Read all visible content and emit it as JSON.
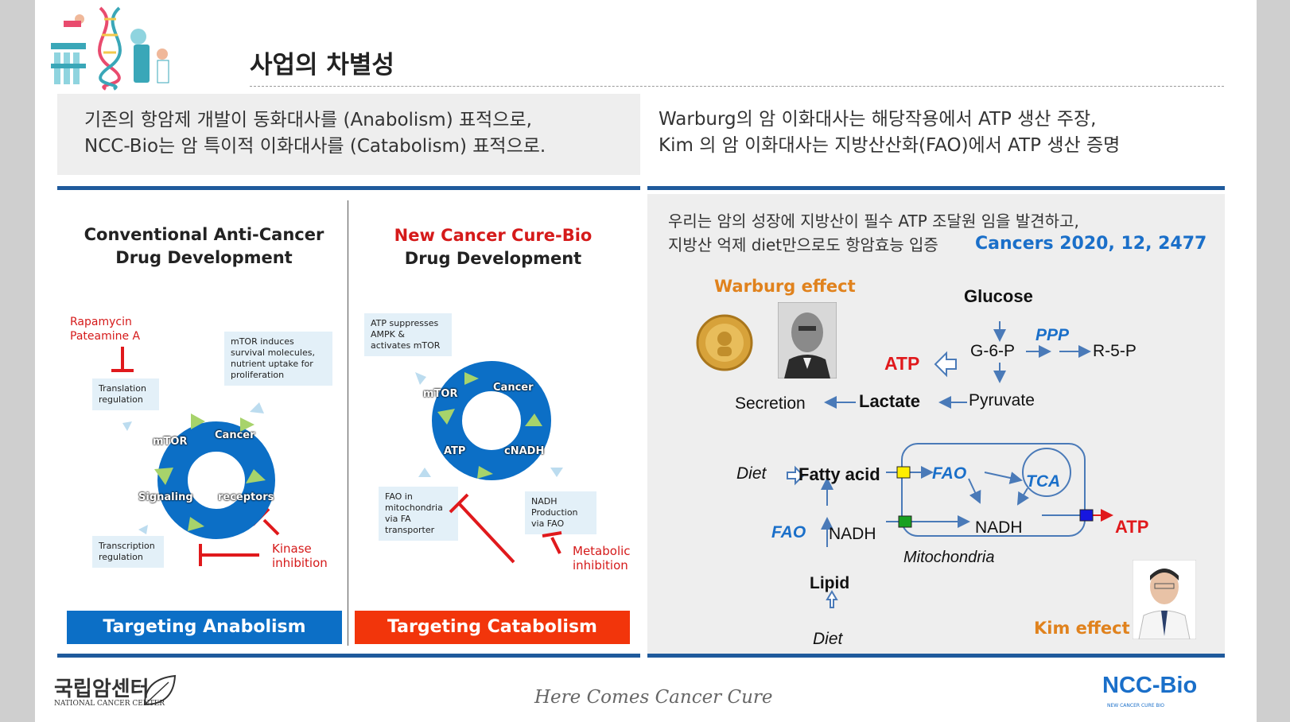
{
  "header": {
    "title": "사업의 차별성"
  },
  "intro_left": {
    "line1": "기존의 항암제 개발이 동화대사를 (Anabolism) 표적으로,",
    "line2": "NCC-Bio는 암 특이적 이화대사를 (Catabolism) 표적으로."
  },
  "intro_right": {
    "line1": "Warburg의 암 이화대사는 해당작용에서 ATP 생산 주장,",
    "line2": "Kim 의 암 이화대사는 지방산산화(FAO)에서 ATP 생산 증명"
  },
  "conventional": {
    "title1": "Conventional Anti-Cancer",
    "title2": "Drug Development",
    "drug1": "Rapamycin",
    "drug2": "Pateamine A",
    "note_translation": "Translation regulation",
    "note_mtor": "mTOR induces survival molecules, nutrient uptake for proliferation",
    "note_transcription": "Transcription regulation",
    "ring": [
      "mTOR",
      "Cancer",
      "Signaling",
      "receptors"
    ],
    "kinase1": "Kinase",
    "kinase2": "inhibition",
    "bar": "Targeting Anabolism"
  },
  "new_dev": {
    "title1": "New Cancer Cure-Bio",
    "title2": "Drug Development",
    "note_atp": "ATP suppresses AMPK & activates mTOR",
    "note_fao": "FAO in mitochondria via FA transporter",
    "note_nadh": "NADH Production via FAO",
    "ring": [
      "mTOR",
      "Cancer",
      "ATP",
      "cNADH"
    ],
    "metabolic1": "Metabolic",
    "metabolic2": "inhibition",
    "bar": "Targeting Catabolism"
  },
  "right_panel": {
    "claim1": "우리는 암의 성장에 지방산이 필수 ATP 조달원 임을 발견하고,",
    "claim2": "지방산 억제 diet만으로도 항암효능 입증",
    "citation": "Cancers 2020, 12, 2477",
    "warburg_label": "Warburg effect",
    "kim_label": "Kim effect",
    "glucose": "Glucose",
    "g6p": "G-6-P",
    "ppp": "PPP",
    "r5p": "R-5-P",
    "atp_top": "ATP",
    "secretion": "Secretion",
    "lactate": "Lactate",
    "pyruvate": "Pyruvate",
    "diet_top": "Diet",
    "fatty_acid": "Fatty acid",
    "fao_inner": "FAO",
    "tca": "TCA",
    "fao_left": "FAO",
    "nadh_left": "NADH",
    "nadh_right": "NADH",
    "atp_bottom": "ATP",
    "mitochondria": "Mitochondria",
    "lipid": "Lipid",
    "diet_bottom": "Diet"
  },
  "footer": {
    "logo_ko": "국립암센터",
    "logo_en": "NATIONAL CANCER CENTER",
    "tagline": "Here Comes Cancer Cure",
    "brand": "NCC-Bio",
    "brand_sub": "NEW CANCER CURE BIO"
  },
  "colors": {
    "accent_blue": "#1f5a9c",
    "bar_blue": "#0c6fc6",
    "bar_red": "#f2350b",
    "orange": "#e0821d",
    "red": "#e0191c"
  }
}
